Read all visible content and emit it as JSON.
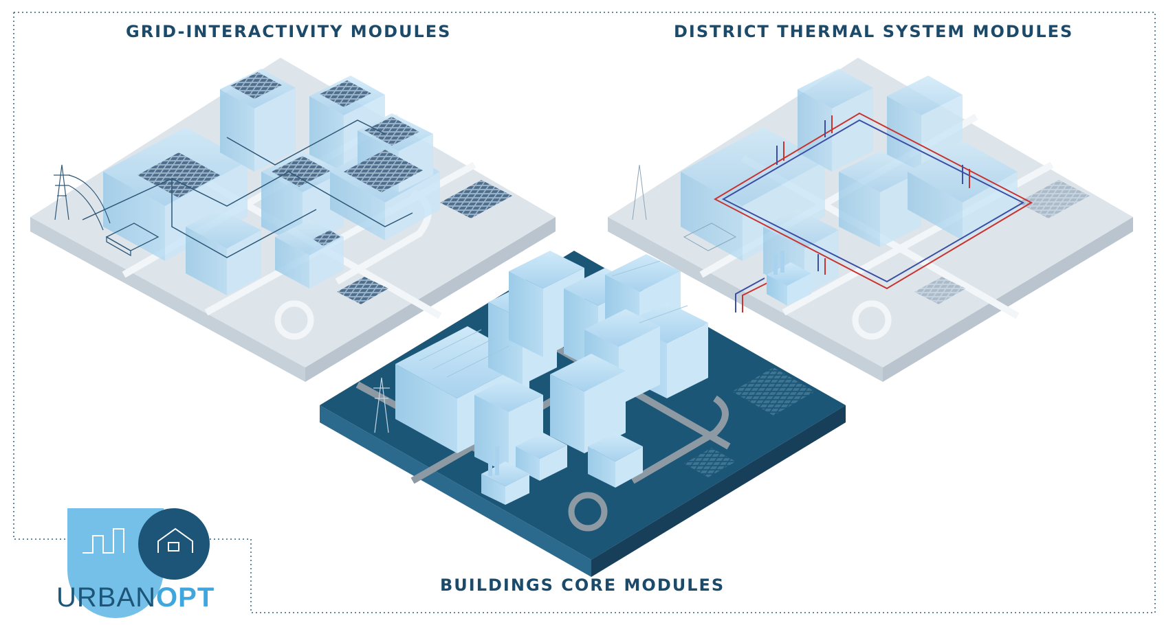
{
  "titles": {
    "grid": "GRID-INTERACTIVITY MODULES",
    "thermal": "DISTRICT THERMAL SYSTEM MODULES",
    "core": "BUILDINGS CORE MODULES"
  },
  "logo": {
    "part1": "URBAN",
    "part2": "OPT"
  },
  "colors": {
    "title": "#1b4a6b",
    "navy": "#1b5677",
    "navy_dark": "#143f5b",
    "light_base": "#dde4ea",
    "light_side": "#c8d2db",
    "building": "#bfe0f4",
    "building_side": "#9fcbe8",
    "road": "#9aa7b1",
    "pipe_red": "#c8332f",
    "pipe_blue": "#3a4fa3",
    "logo_light": "#74c0e8",
    "logo_dark": "#1d5579",
    "dotted": "#2d5f80"
  },
  "icons": [
    "power-tower-icon",
    "solar-panel-icon",
    "factory-icon",
    "house-icon"
  ]
}
